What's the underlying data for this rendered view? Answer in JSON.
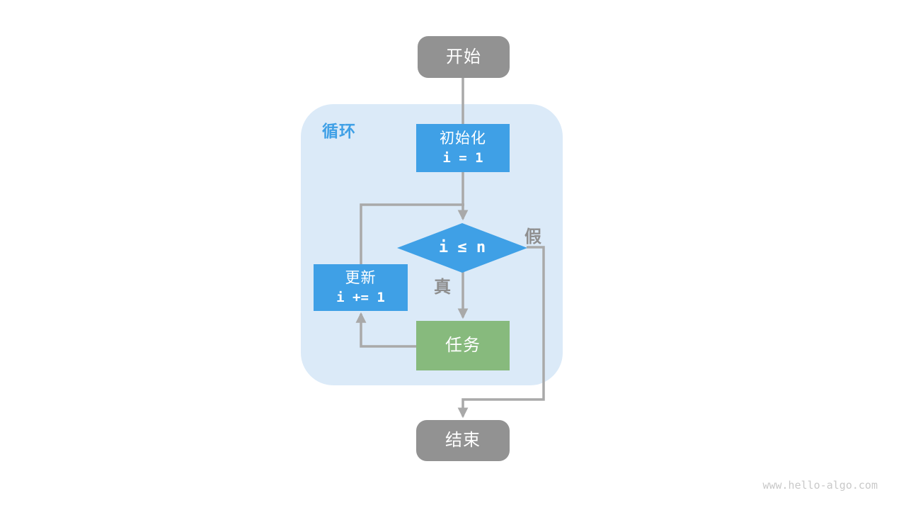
{
  "page": {
    "background": "#ffffff",
    "watermark": "www.hello-algo.com"
  },
  "diagram": {
    "type": "flowchart",
    "loop_container_label": "循环",
    "nodes": {
      "start": {
        "label": "开始"
      },
      "init": {
        "label": "初始化",
        "code": "i = 1"
      },
      "condition": {
        "code": "i ≤ n"
      },
      "update": {
        "label": "更新",
        "code": "i += 1"
      },
      "task": {
        "label": "任务"
      },
      "end": {
        "label": "结束"
      }
    },
    "branch_labels": {
      "true_label": "真",
      "false_label": "假"
    },
    "colors": {
      "node_blue": "#3fa0e6",
      "node_green": "#87ba7d",
      "node_gray": "#929292",
      "loop_container_bg": "#dbeaf8",
      "loop_label_blue": "#3fa0e6",
      "edge_gray": "#a9a9a9",
      "branch_label_gray": "#8f8f8f",
      "watermark_gray": "#c9c9c9",
      "node_text": "#ffffff"
    }
  }
}
